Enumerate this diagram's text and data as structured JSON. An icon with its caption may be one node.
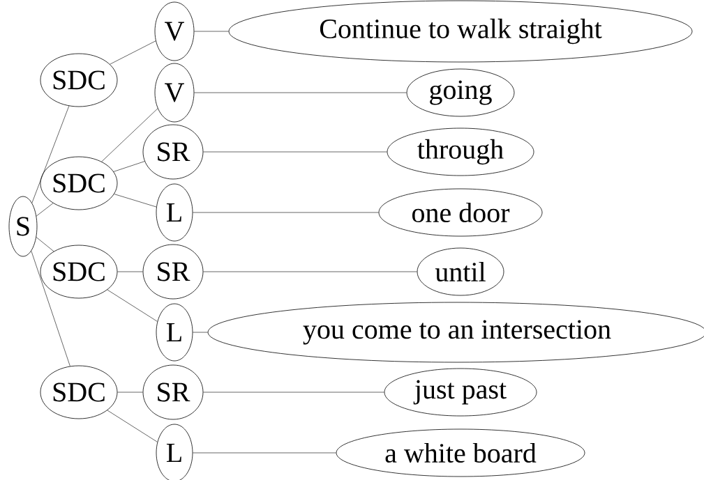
{
  "diagram": {
    "nodes": [
      {
        "text": [
          "S"
        ]
      },
      {
        "text": [
          "SDC"
        ]
      },
      {
        "text": [
          "V"
        ]
      },
      {
        "text": [
          "Continue to walk straight"
        ]
      },
      {
        "text": [
          "SDC"
        ]
      },
      {
        "text": [
          "V"
        ]
      },
      {
        "text": [
          "going"
        ]
      },
      {
        "text": [
          "SR"
        ]
      },
      {
        "text": [
          "through"
        ]
      },
      {
        "text": [
          "L"
        ]
      },
      {
        "text": [
          "one door"
        ]
      },
      {
        "text": [
          "SDC"
        ]
      },
      {
        "text": [
          "SR"
        ]
      },
      {
        "text": [
          "until"
        ]
      },
      {
        "text": [
          "L"
        ]
      },
      {
        "text": [
          "you come to an intersection"
        ]
      },
      {
        "text": [
          "SDC"
        ]
      },
      {
        "text": [
          "SR"
        ]
      },
      {
        "text": [
          "just past"
        ]
      },
      {
        "text": [
          "L"
        ]
      },
      {
        "text": [
          "a white board"
        ]
      }
    ],
    "edges": [
      {
        "from": 0,
        "to": 1,
        "arrow": "none"
      },
      {
        "from": 0,
        "to": 4,
        "arrow": "none"
      },
      {
        "from": 0,
        "to": 11,
        "arrow": "none"
      },
      {
        "from": 0,
        "to": 16,
        "arrow": "none"
      },
      {
        "from": 1,
        "to": 2,
        "arrow": "none"
      },
      {
        "from": 2,
        "to": 3,
        "arrow": "none"
      },
      {
        "from": 4,
        "to": 5,
        "arrow": "none"
      },
      {
        "from": 4,
        "to": 7,
        "arrow": "none"
      },
      {
        "from": 4,
        "to": 9,
        "arrow": "none"
      },
      {
        "from": 5,
        "to": 6,
        "arrow": "none"
      },
      {
        "from": 7,
        "to": 8,
        "arrow": "none"
      },
      {
        "from": 9,
        "to": 10,
        "arrow": "none"
      },
      {
        "from": 11,
        "to": 12,
        "arrow": "none"
      },
      {
        "from": 11,
        "to": 14,
        "arrow": "none"
      },
      {
        "from": 12,
        "to": 13,
        "arrow": "none"
      },
      {
        "from": 14,
        "to": 15,
        "arrow": "none"
      },
      {
        "from": 16,
        "to": 17,
        "arrow": "none"
      },
      {
        "from": 16,
        "to": 19,
        "arrow": "none"
      },
      {
        "from": 17,
        "to": 18,
        "arrow": "none"
      },
      {
        "from": 19,
        "to": 20,
        "arrow": "none"
      }
    ]
  }
}
